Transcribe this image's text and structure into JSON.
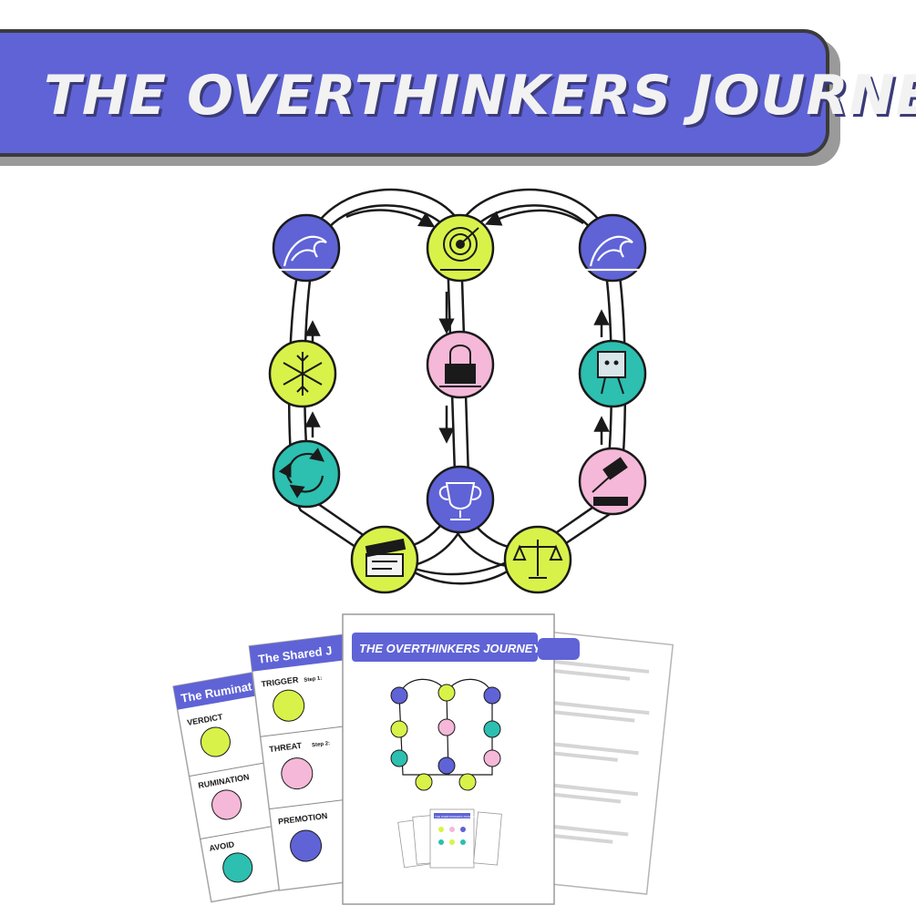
{
  "banner": {
    "title": "THE OVERTHINKERS JOURNEY"
  },
  "colors": {
    "purple": "#5f63d6",
    "lime": "#d9f24a",
    "pink": "#f5b8d8",
    "teal": "#2dbfb0",
    "ink": "#1a1a1a"
  },
  "nodes": [
    {
      "id": "wave-left",
      "icon": "wave-icon",
      "color": "purple"
    },
    {
      "id": "target",
      "icon": "target-icon",
      "color": "lime"
    },
    {
      "id": "wave-right",
      "icon": "wave-icon",
      "color": "purple"
    },
    {
      "id": "snowflake",
      "icon": "snowflake-icon",
      "color": "lime"
    },
    {
      "id": "padlock",
      "icon": "padlock-icon",
      "color": "pink"
    },
    {
      "id": "walking-box",
      "icon": "walking-box-icon",
      "color": "teal"
    },
    {
      "id": "recycle",
      "icon": "recycle-icon",
      "color": "teal"
    },
    {
      "id": "trophy",
      "icon": "trophy-icon",
      "color": "purple"
    },
    {
      "id": "gavel",
      "icon": "gavel-icon",
      "color": "pink"
    },
    {
      "id": "clapperboard",
      "icon": "clapperboard-icon",
      "color": "lime"
    },
    {
      "id": "scales",
      "icon": "scales-icon",
      "color": "lime"
    }
  ],
  "mockup": {
    "left_page_title": "The Ruminat",
    "left_page_labels": [
      "VERDICT",
      "RUMINATION",
      "AVOID"
    ],
    "middle_page_title": "The Shared J",
    "middle_page_labels": [
      "TRIGGER",
      "THREAT",
      "PREMOTION"
    ],
    "middle_page_steps": [
      "Step 1:",
      "Step 2:"
    ],
    "front_page_title": "THE OVERTHINKERS JOURNEY",
    "thumb_title": "THE OVERTHINKERS JOURNEY"
  }
}
